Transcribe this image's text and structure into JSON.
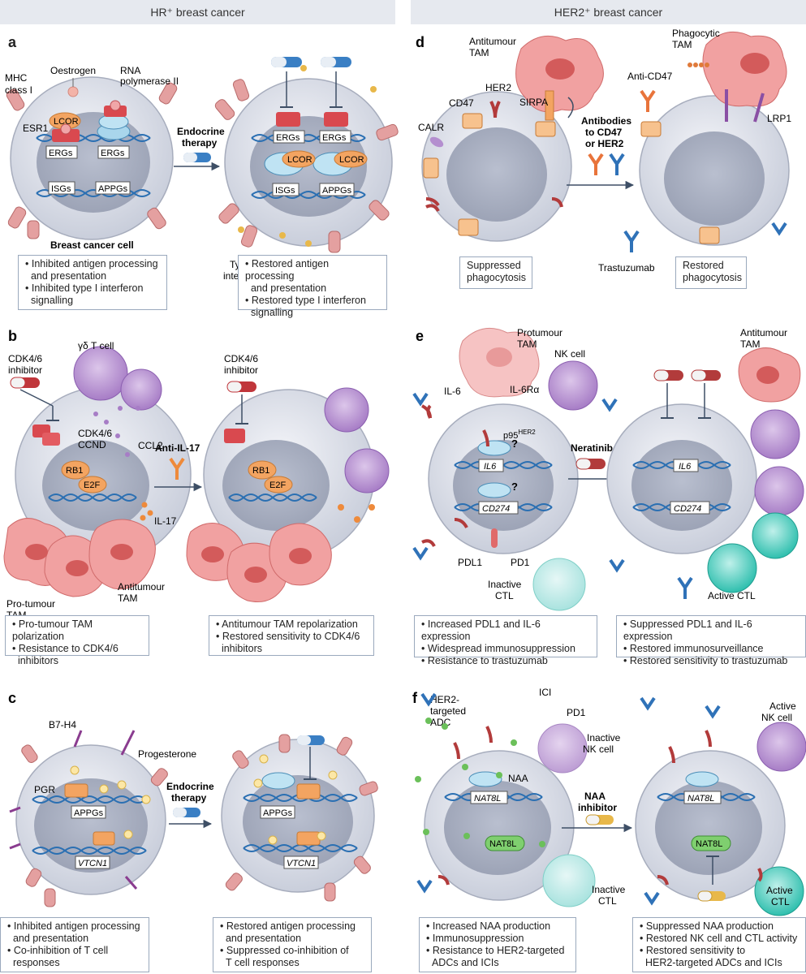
{
  "headers": {
    "hr": "HR⁺ breast cancer",
    "her2": "HER2⁺ breast cancer"
  },
  "panels": {
    "a": {
      "letter": "a",
      "labels": {
        "mhc": "MHC",
        "class_i": "class I",
        "oestrogen": "Oestrogen",
        "rna": "RNA",
        "pol": "polymerase II",
        "esr1": "ESR1",
        "lcor": "LCOR",
        "ergs": "ERGs",
        "isgs": "ISGs",
        "appgs": "APPGs",
        "therapy1": "Endocrine",
        "therapy2": "therapy",
        "typei1": "Type I",
        "typei2": "interferon",
        "cell": "Breast cancer cell"
      },
      "left_box": [
        "Inhibited antigen processing",
        "and presentation",
        "Inhibited type I interferon",
        "signalling"
      ],
      "right_box": [
        "Restored antigen processing",
        "and presentation",
        "Restored type I interferon",
        "signalling"
      ]
    },
    "b": {
      "letter": "b",
      "labels": {
        "gd": "γδ T cell",
        "cdk_inh1": "CDK4/6",
        "cdk_inh2": "inhibitor",
        "cdk46": "CDK4/6",
        "ccnd": "CCND",
        "ccl2": "CCL2",
        "rb1": "RB1",
        "e2f": "E2F",
        "il17": "IL-17",
        "anti": "Anti-IL-17",
        "pro1": "Pro-tumour",
        "pro2": "TAM",
        "anti_tam1": "Antitumour",
        "anti_tam2": "TAM"
      },
      "left_box": [
        "Pro-tumour TAM polarization",
        "Resistance to CDK4/6",
        "inhibitors"
      ],
      "right_box": [
        "Antitumour TAM repolarization",
        "Restored sensitivity to CDK4/6",
        "inhibitors"
      ]
    },
    "c": {
      "letter": "c",
      "labels": {
        "b7": "B7-H4",
        "prog": "Progesterone",
        "pgr": "PGR",
        "appgs": "APPGs",
        "vtcn1": "VTCN1",
        "therapy1": "Endocrine",
        "therapy2": "therapy"
      },
      "left_box": [
        "Inhibited antigen processing",
        "and presentation",
        "Co-inhibition of T cell",
        "responses"
      ],
      "right_box": [
        "Restored antigen processing",
        "and presentation",
        "Suppressed co-inhibition of",
        "T cell responses"
      ]
    },
    "d": {
      "letter": "d",
      "labels": {
        "anti_tam1": "Antitumour",
        "anti_tam2": "TAM",
        "phago1": "Phagocytic",
        "phago2": "TAM",
        "cd47": "CD47",
        "her2": "HER2",
        "sirpa": "SIRPA",
        "calr": "CALR",
        "anticd47": "Anti-CD47",
        "lrp1": "LRP1",
        "ab1": "Antibodies",
        "ab2": "to CD47",
        "ab3": "or HER2",
        "trast": "Trastuzumab"
      },
      "left_box": [
        "Suppressed",
        "phagocytosis"
      ],
      "right_box": [
        "Restored",
        "phagocytosis"
      ]
    },
    "e": {
      "letter": "e",
      "labels": {
        "pro1": "Protumour",
        "pro2": "TAM",
        "nk": "NK cell",
        "anti1": "Antitumour",
        "anti2": "TAM",
        "il6": "IL-6",
        "il6r": "IL-6Rα",
        "p95": "p95",
        "p95sup": "HER2",
        "q": "?",
        "il6g": "IL6",
        "cd274": "CD274",
        "neratinib": "Neratinib",
        "pdl1": "PDL1",
        "pd1": "PD1",
        "inactive1": "Inactive",
        "inactive2": "CTL",
        "active": "Active CTL"
      },
      "left_box": [
        "Increased PDL1 and IL-6 expression",
        "Widespread immunosuppression",
        "Resistance to trastuzumab"
      ],
      "right_box": [
        "Suppressed PDL1 and IL-6 expression",
        "Restored immunosurveillance",
        "Restored sensitivity to trastuzumab"
      ]
    },
    "f": {
      "letter": "f",
      "labels": {
        "adc1": "HER2-",
        "adc2": "targeted",
        "adc3": "ADC",
        "ici": "ICI",
        "pd1": "PD1",
        "inactive_nk1": "Inactive",
        "inactive_nk2": "NK cell",
        "active_nk1": "Active",
        "active_nk2": "NK cell",
        "naa": "NAA",
        "nat8l_g": "NAT8L",
        "nat8l_p": "NAT8L",
        "inh1": "NAA",
        "inh2": "inhibitor",
        "inactive_ctl1": "Inactive",
        "inactive_ctl2": "CTL",
        "active_ctl1": "Active",
        "active_ctl2": "CTL"
      },
      "left_box": [
        "Increased NAA production",
        "Immunosuppression",
        "Resistance to HER2-targeted",
        "ADCs and ICIs"
      ],
      "right_box": [
        "Suppressed NAA production",
        "Restored NK cell and CTL activity",
        "Restored sensitivity to",
        "HER2-targeted ADCs and ICIs"
      ]
    }
  }
}
